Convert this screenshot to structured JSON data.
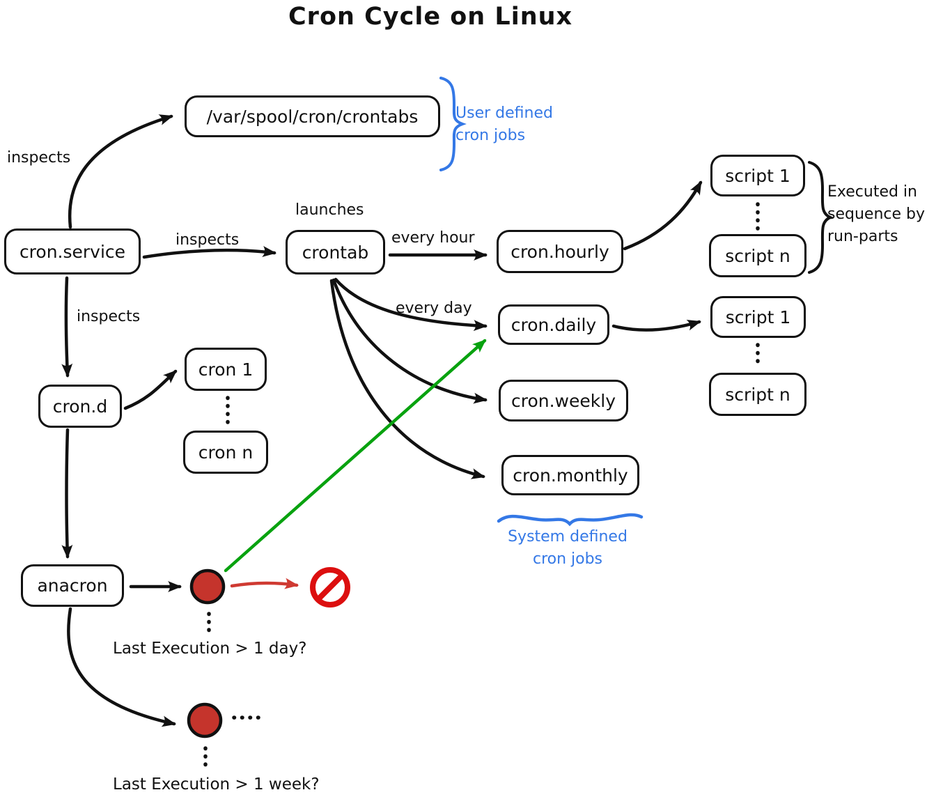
{
  "title": "Cron Cycle on Linux",
  "colors": {
    "line_black": "#111111",
    "annotation_blue": "#3478e6",
    "arrow_green": "#07a20f",
    "arrow_red": "#cf3a32",
    "circle_red_fill": "#c5342c",
    "prohibition_red": "#dc0f0f"
  },
  "nodes": {
    "var_spool": "/var/spool/cron/crontabs",
    "cron_service": "cron.service",
    "crontab": "crontab",
    "cron_hourly": "cron.hourly",
    "script1_hourly": "script 1",
    "scriptn_hourly": "script n",
    "cron_daily": "cron.daily",
    "script1_daily": "script 1",
    "scriptn_daily": "script n",
    "cron_weekly": "cron.weekly",
    "cron_monthly": "cron.monthly",
    "cron_d": "cron.d",
    "cron_1": "cron 1",
    "cron_n": "cron n",
    "anacron": "anacron"
  },
  "edge_labels": {
    "inspects_top": "inspects",
    "inspects_mid": "inspects",
    "inspects_left": "inspects",
    "launches": "launches",
    "every_hour": "every hour",
    "every_day": "every day"
  },
  "annotations": {
    "user_defined_line1": "User defined",
    "user_defined_line2": "cron jobs",
    "executed_line1": "Executed in",
    "executed_line2": "sequence by",
    "executed_line3": "run-parts",
    "system_defined_line1": "System defined",
    "system_defined_line2": "cron jobs",
    "last_execution_day": "Last Execution > 1 day?",
    "last_execution_week": "Last Execution > 1 week?"
  }
}
